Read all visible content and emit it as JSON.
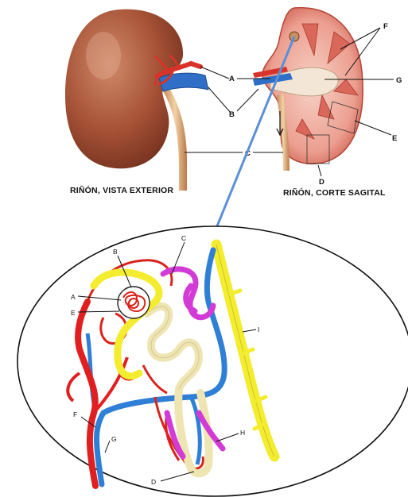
{
  "captions": {
    "exterior": "RIÑÓN, VISTA EXTERIOR",
    "sagittal": "RIÑÓN, CORTE SAGITAL"
  },
  "kidney_labels": [
    "A",
    "B",
    "C",
    "D",
    "E",
    "F",
    "G"
  ],
  "nephron_labels": [
    "A",
    "B",
    "C",
    "D",
    "E",
    "F",
    "G",
    "H",
    "I"
  ],
  "colors": {
    "kidney": "#a8573a",
    "artery_red": "#e02020",
    "vein_blue": "#2f7fd6",
    "collecting_yellow": "#f4ec2e",
    "tubule_cream": "#f3ecc2",
    "loop_magenta": "#d33bd6",
    "zoom_line": "#5b8fd8"
  }
}
